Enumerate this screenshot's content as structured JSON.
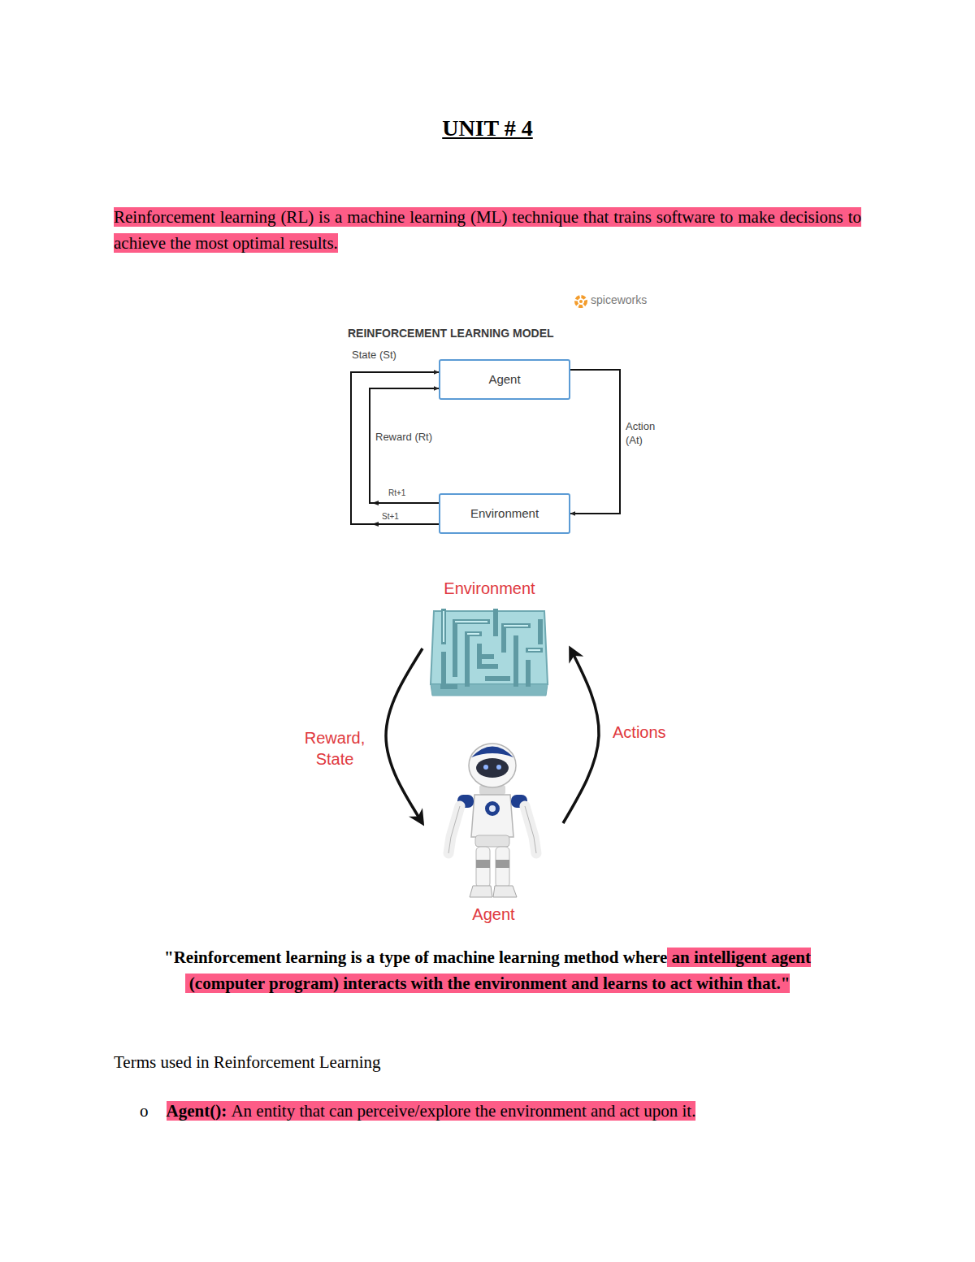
{
  "diagram": {
    "title": "UNIT # 4",
    "nodes": [
      {
        "text": [
          "Agent"
        ]
      },
      {
        "text": [
          "Environment"
        ]
      },
      {
        "text": [
          "Environment"
        ]
      },
      {
        "text": [
          "Agent"
        ]
      }
    ],
    "edges": [
      {
        "from": 0,
        "to": 1,
        "arrow": "to",
        "label": "Action (At)"
      },
      {
        "from": 1,
        "to": 0,
        "arrow": "to",
        "label": "State (St)"
      },
      {
        "from": 1,
        "to": 0,
        "arrow": "to",
        "label": "Reward (Rt)"
      },
      {
        "from": 2,
        "to": 3,
        "arrow": "to",
        "label": "Reward, State"
      },
      {
        "from": 3,
        "to": 2,
        "arrow": "to",
        "label": "Actions"
      }
    ],
    "labels": [
      "Reinforcement learning (RL) is a machine learning (ML) technique that trains software to make decisions to achieve the most optimal results.",
      "spiceworks",
      "REINFORCEMENT LEARNING MODEL",
      "Rt+1",
      "St+1",
      "\"Reinforcement learning is a type of machine learning method where",
      "an intelligent agent (computer program) interacts with the environment and learns to act within that.\"",
      "Terms used in Reinforcement Learning",
      "o",
      "Agent():",
      "An entity that can perceive/explore the environment and act upon it."
    ]
  }
}
